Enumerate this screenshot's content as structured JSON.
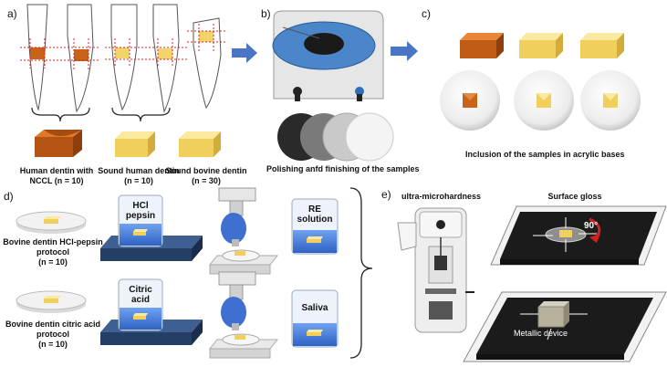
{
  "panels": {
    "a": "a)",
    "b": "b)",
    "c": "c)",
    "d": "d)",
    "e": "e)"
  },
  "captions": {
    "human_nccl_line1": "Human dentin with",
    "human_nccl_line2": "NCCL (n = 10)",
    "sound_human_line1": "Sound human dentin",
    "sound_human_line2": "(n = 10)",
    "sound_bovine_line1": "Sound bovine dentin",
    "sound_bovine_line2": "(n = 30)",
    "polishing": "Polishing anfd finishing of the samples",
    "inclusion": "Inclusion of the samples in acrylic bases",
    "hcl_protocol_line1": "Bovine dentin HCl-pepsin",
    "hcl_protocol_line2": "protocol",
    "hcl_protocol_line3": "(n = 10)",
    "citric_protocol_line1": "Bovine dentin citric acid",
    "citric_protocol_line2": "protocol",
    "citric_protocol_line3": "(n = 10)",
    "ultra_microhardness": "ultra-microhardness",
    "surface_gloss": "Surface gloss"
  },
  "beakers": {
    "hcl_line1": "HCl",
    "hcl_line2": "pepsin",
    "citric_line1": "Citric",
    "citric_line2": "acid",
    "re_line1": "RE",
    "re_line2": "solution",
    "saliva": "Saliva"
  },
  "gloss": {
    "angle": "90°",
    "device": "Metallic device"
  },
  "colors": {
    "arrow_blue": "#4a74c4",
    "nccl_orange": "#c8641a",
    "dentin_yellow": "#f3d46a",
    "liquid_blue": "#3f78d6",
    "dark_plate": "#1b1b1b",
    "stirrer_blue": "#2e4d7a",
    "angle_red": "#d21f1f"
  }
}
